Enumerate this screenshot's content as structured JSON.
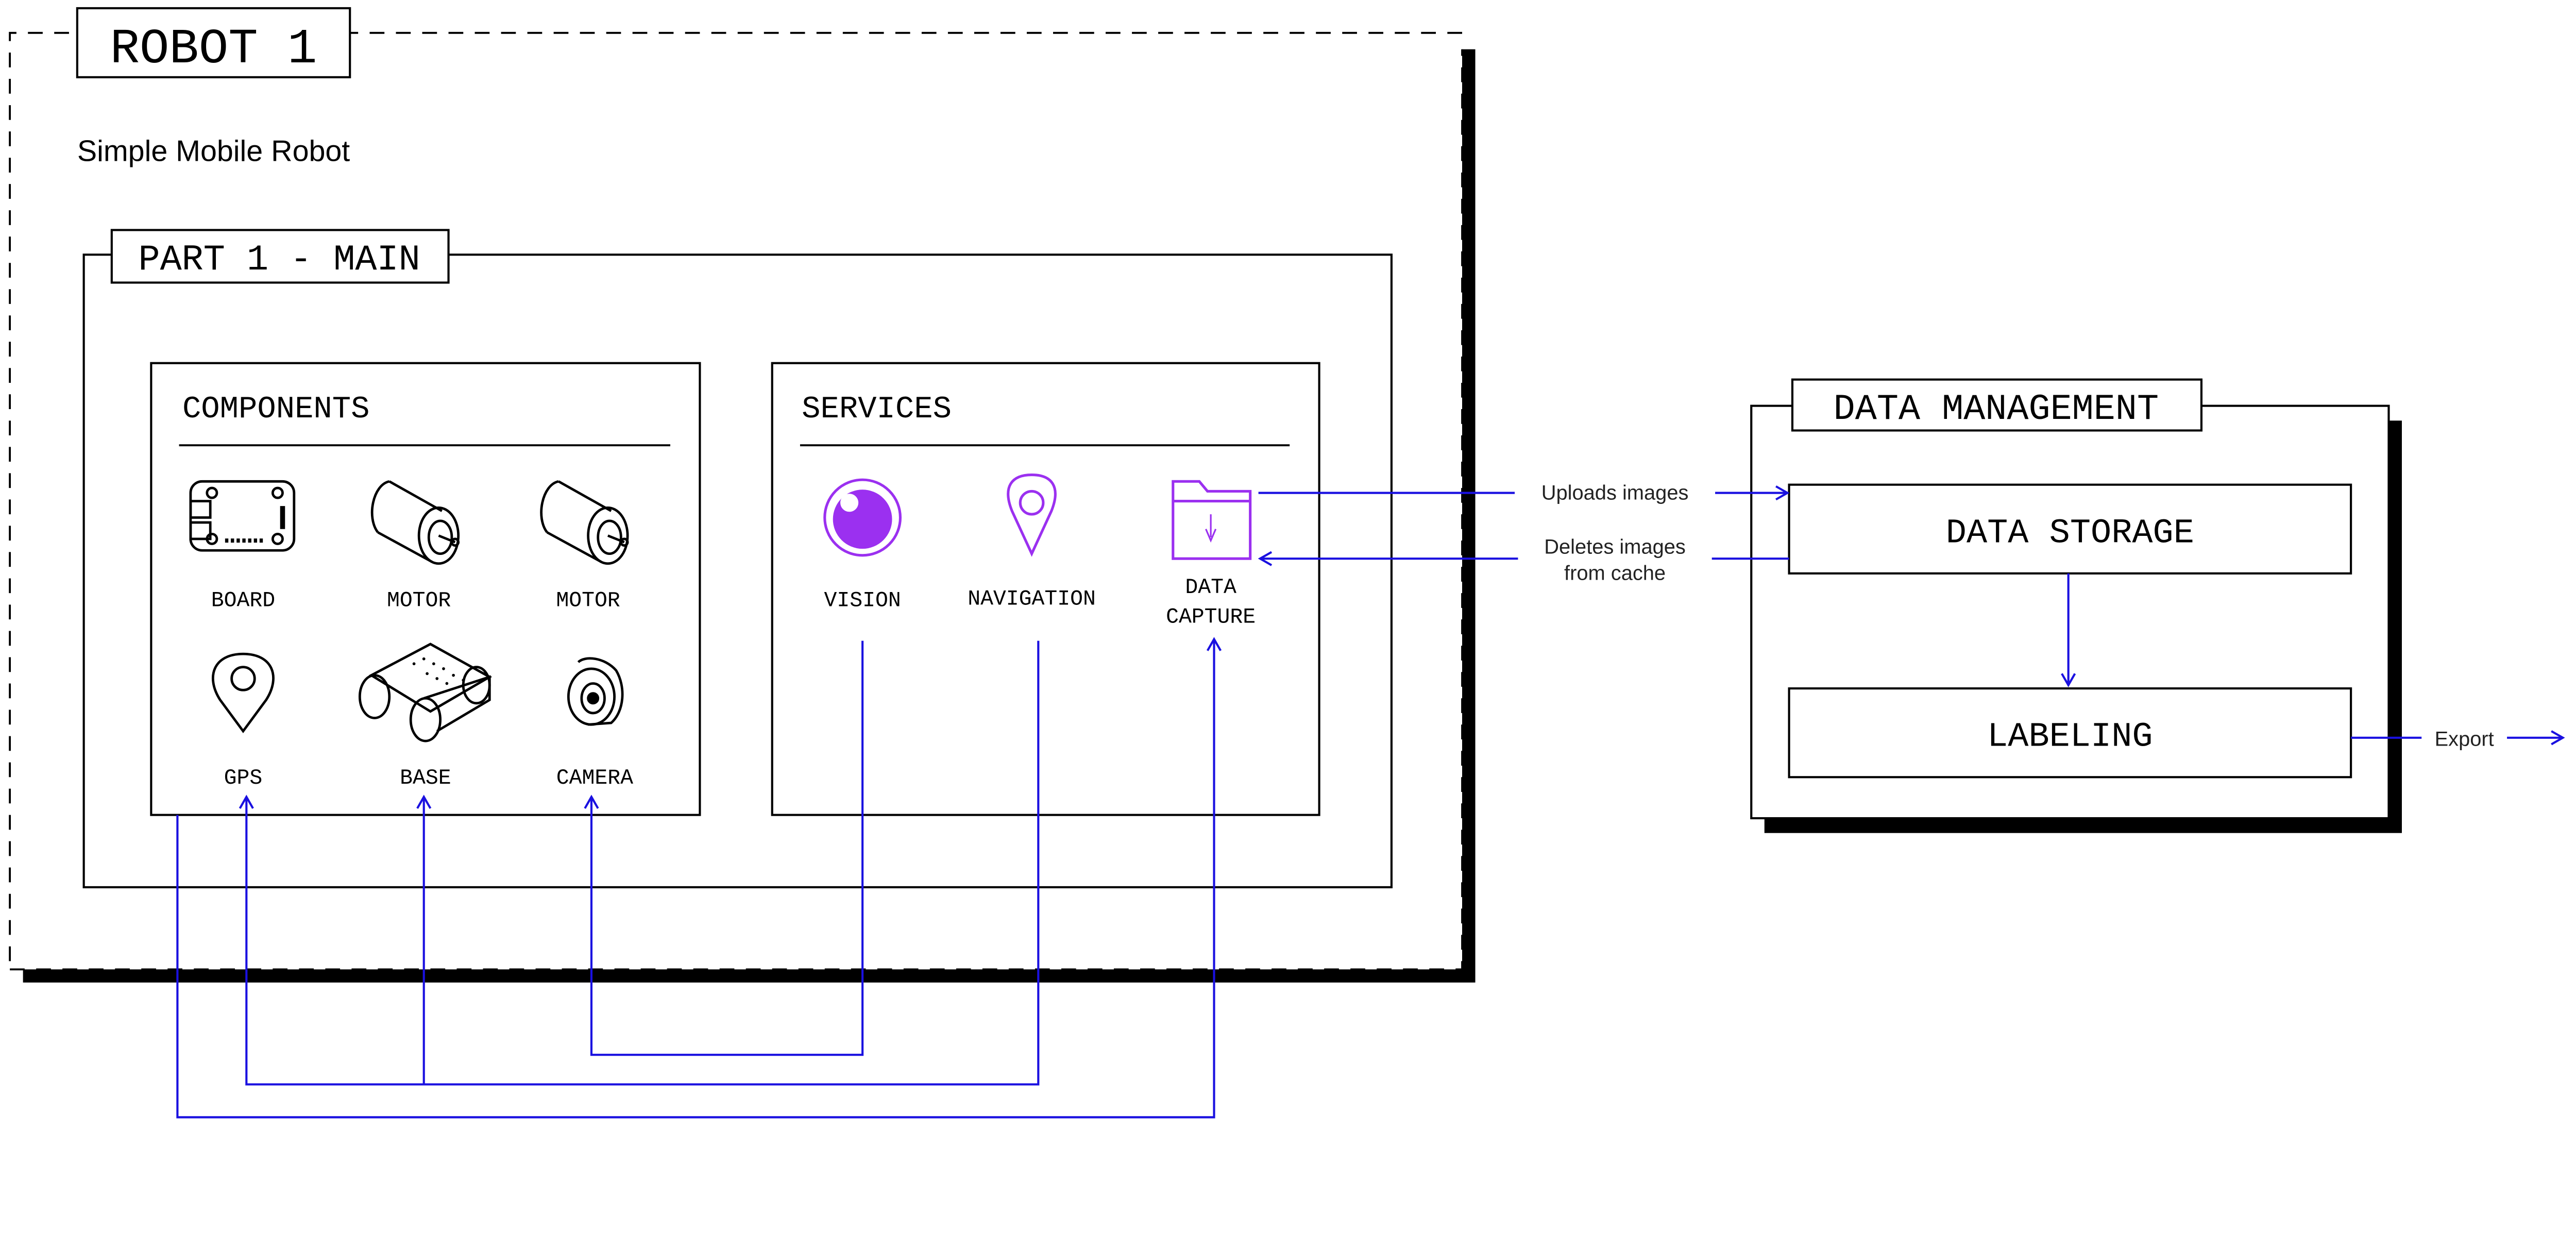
{
  "robot": {
    "title": "ROBOT 1",
    "subtitle": "Simple Mobile Robot"
  },
  "part": {
    "title": "PART 1 - MAIN"
  },
  "components": {
    "title": "COMPONENTS",
    "items": [
      {
        "label": "BOARD",
        "icon": "board-icon"
      },
      {
        "label": "MOTOR",
        "icon": "motor-icon"
      },
      {
        "label": "MOTOR",
        "icon": "motor-icon"
      },
      {
        "label": "GPS",
        "icon": "map-pin-icon"
      },
      {
        "label": "BASE",
        "icon": "rover-base-icon"
      },
      {
        "label": "CAMERA",
        "icon": "camera-icon"
      }
    ]
  },
  "services": {
    "title": "SERVICES",
    "items": [
      {
        "label": "VISION",
        "icon": "eye-icon"
      },
      {
        "label": "NAVIGATION",
        "icon": "map-pin-icon"
      },
      {
        "label_line1": "DATA",
        "label_line2": "CAPTURE",
        "icon": "folder-download-icon"
      }
    ]
  },
  "data_management": {
    "title": "DATA MANAGEMENT",
    "storage": "DATA STORAGE",
    "labeling": "LABELING"
  },
  "edges": {
    "uploads": "Uploads images",
    "deletes_line1": "Deletes images",
    "deletes_line2": "from cache",
    "export": "Export"
  },
  "colors": {
    "service_icon": "#9b30f0",
    "connector": "#1a10e0",
    "outline": "#000000"
  }
}
